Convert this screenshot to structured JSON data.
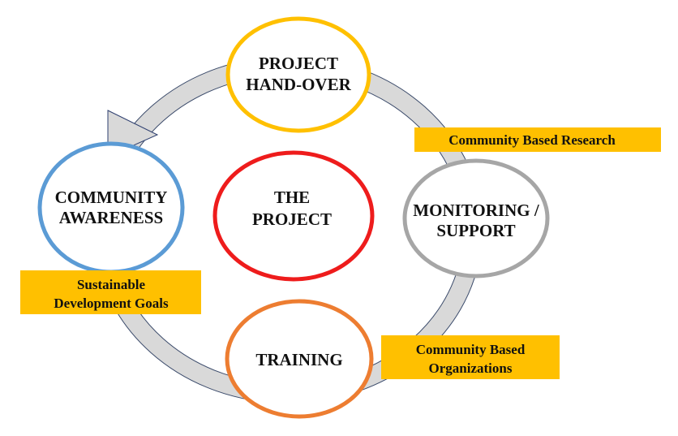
{
  "diagram": {
    "center": {
      "lines": [
        "THE",
        "PROJECT"
      ],
      "color": "#ee1c1c"
    },
    "nodes": [
      {
        "id": "hand-over",
        "lines": [
          "PROJECT",
          "HAND-OVER"
        ],
        "color": "#ffc000"
      },
      {
        "id": "monitoring",
        "lines": [
          "MONITORING /",
          "SUPPORT"
        ],
        "color": "#a6a6a6"
      },
      {
        "id": "training",
        "lines": [
          "TRAINING"
        ],
        "color": "#ed7d31"
      },
      {
        "id": "awareness",
        "lines": [
          "COMMUNITY",
          "AWARENESS"
        ],
        "color": "#5b9bd5"
      }
    ],
    "tags": [
      {
        "lines": [
          "Community Based Research"
        ]
      },
      {
        "lines": [
          "Sustainable",
          "Development Goals"
        ]
      },
      {
        "lines": [
          "Community Based",
          "Organizations"
        ]
      }
    ],
    "tag_color": "#ffc000",
    "cycle_color": "#d9d9d9"
  }
}
